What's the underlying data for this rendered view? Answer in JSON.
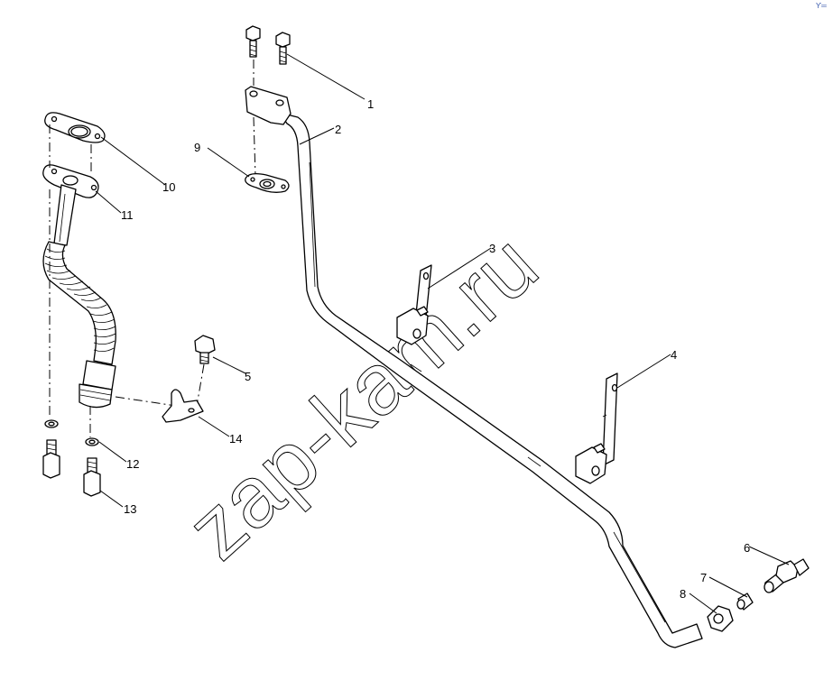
{
  "watermark": "zap-kam.ru",
  "corner_mark": "Ƴ═",
  "callouts": [
    "1",
    "2",
    "3",
    "4",
    "5",
    "6",
    "7",
    "8",
    "9",
    "10",
    "11",
    "12",
    "13",
    "14"
  ]
}
